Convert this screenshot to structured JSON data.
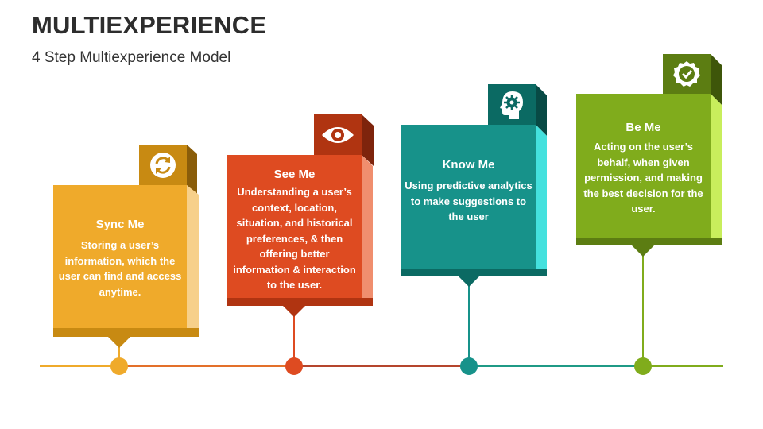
{
  "title": "MULTIEXPERIENCE",
  "subtitle": "4 Step Multiexperience Model",
  "steps": [
    {
      "heading": "Sync Me",
      "body": "Storing a user’s information, which the user can find and access anytime.",
      "icon": "sync-icon",
      "color": "#EFAA2B",
      "dark": "#C88A12",
      "side": "#F7D08A"
    },
    {
      "heading": "See Me",
      "body": "Understanding a user’s context, location, situation, and historical preferences, & then offering better information & interaction to the user.",
      "icon": "eye-icon",
      "color": "#DE4B21",
      "dark": "#B03411",
      "side": "#F08E6E"
    },
    {
      "heading": "Know Me",
      "body": "Using predictive analytics to make suggestions to the user",
      "icon": "head-gear-icon",
      "color": "#17928A",
      "dark": "#0B6A63",
      "side": "#44E1DE"
    },
    {
      "heading": "Be Me",
      "body": "Acting on the user’s behalf, when given permission, and making the best decision for the user.",
      "icon": "checkmark-badge-icon",
      "color": "#80AC1C",
      "dark": "#5C7D12",
      "side": "#C8EE5C"
    }
  ]
}
